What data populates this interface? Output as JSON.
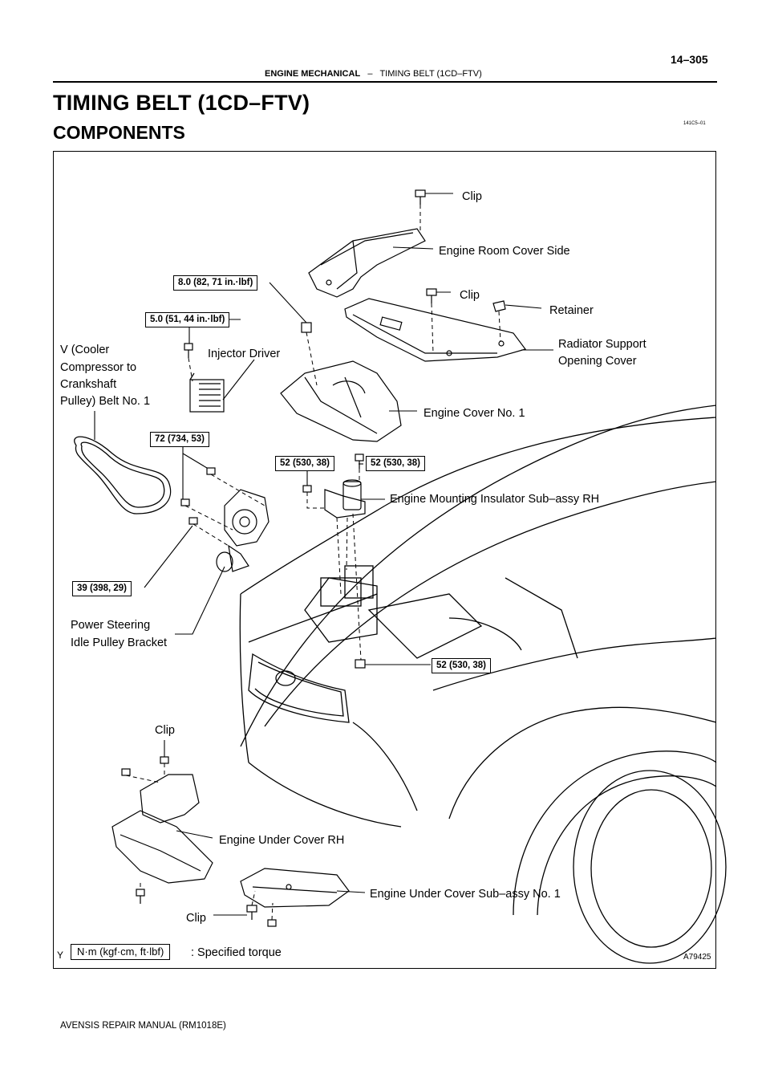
{
  "header": {
    "page_number": "14–305",
    "section": "ENGINE MECHANICAL",
    "separator": "–",
    "topic": "TIMING BELT (1CD–FTV)"
  },
  "page_title": "TIMING BELT (1CD–FTV)",
  "subtitle": "COMPONENTS",
  "diagram_code": "141C5–01",
  "figure_id": "A79425",
  "corner_mark": "Y",
  "labels": {
    "clip_top": "Clip",
    "engine_room_cover_side": "Engine Room Cover Side",
    "clip_mid": "Clip",
    "retainer": "Retainer",
    "radiator_support_line1": "Radiator Support",
    "radiator_support_line2": "Opening Cover",
    "injector_driver": "Injector Driver",
    "v_belt_line1": "V (Cooler",
    "v_belt_line2": "Compressor to",
    "v_belt_line3": "Crankshaft",
    "v_belt_line4": "Pulley) Belt No. 1",
    "engine_cover_no1": "Engine Cover No. 1",
    "engine_mounting": "Engine Mounting Insulator Sub–assy RH",
    "power_steering_line1": "Power Steering",
    "power_steering_line2": "Idle Pulley Bracket",
    "clip_lower": "Clip",
    "engine_under_cover_rh": "Engine Under Cover RH",
    "engine_under_cover_sub": "Engine Under Cover Sub–assy No. 1",
    "clip_bottom": "Clip"
  },
  "torques": {
    "t1": "8.0 (82, 71 in.·lbf)",
    "t2": "5.0 (51, 44 in.·lbf)",
    "t3": "72 (734, 53)",
    "t4": "52 (530, 38)",
    "t5": "52 (530, 38)",
    "t6": "39 (398, 29)",
    "t7": "52 (530, 38)"
  },
  "legend": {
    "unit_box": "N·m (kgf·cm, ft·lbf)",
    "description": ": Specified torque"
  },
  "footer": "AVENSIS REPAIR MANUAL   (RM1018E)"
}
